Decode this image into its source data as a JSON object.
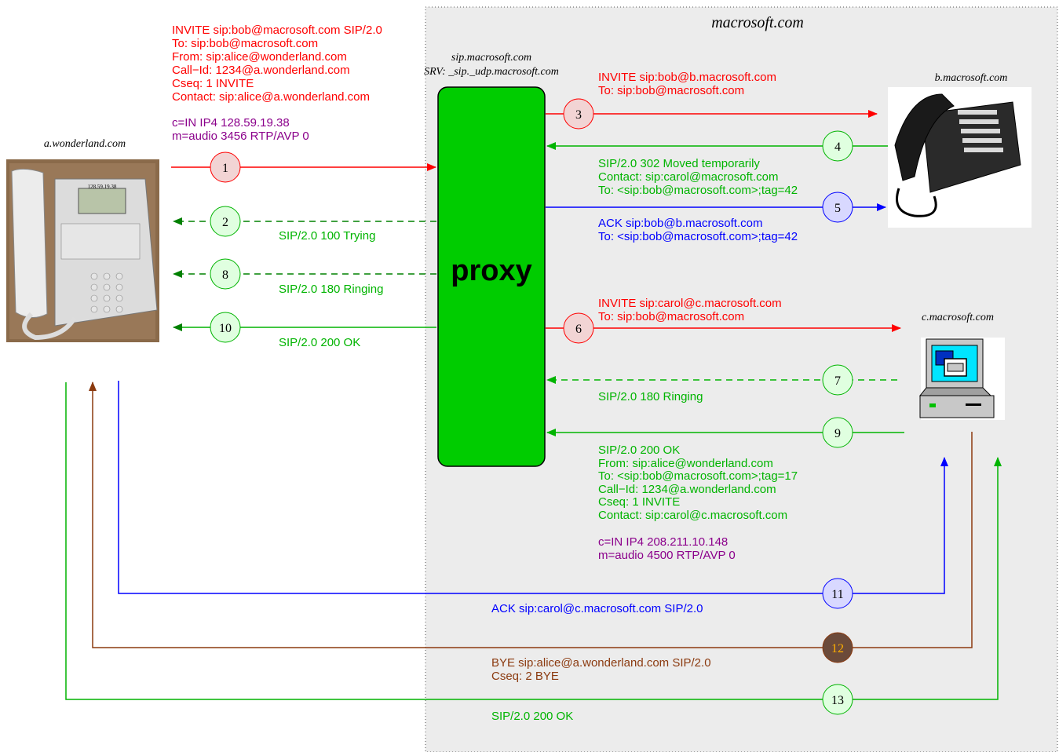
{
  "colors": {
    "red": "#ff0000",
    "green": "#00b400",
    "darkgreen": "#008000",
    "blue": "#0000ff",
    "brown": "#8b3a0f",
    "purple": "#8b008b",
    "proxy_fill": "#00cc00",
    "domain_bg": "#ececec"
  },
  "labels": {
    "domain": "macrosoft.com",
    "proxy": "proxy",
    "proxy_host": "sip.macrosoft.com",
    "proxy_srv": "SRV: _sip._udp.macrosoft.com",
    "host_a": "a.wonderland.com",
    "host_b": "b.macrosoft.com",
    "host_c": "c.macrosoft.com",
    "phone_display_ip": "128.59.19.38"
  },
  "messages": {
    "m1_invite": [
      "INVITE sip:bob@macrosoft.com SIP/2.0",
      "To: sip:bob@macrosoft.com",
      "From: sip:alice@wonderland.com",
      "Call−Id: 1234@a.wonderland.com",
      "Cseq: 1 INVITE",
      "Contact: sip:alice@a.wonderland.com"
    ],
    "m1_sdp": [
      "c=IN IP4 128.59.19.38",
      "m=audio 3456 RTP/AVP 0"
    ],
    "m2": "SIP/2.0 100 Trying",
    "m8": "SIP/2.0 180 Ringing",
    "m10": "SIP/2.0 200 OK",
    "m3": [
      "INVITE sip:bob@b.macrosoft.com",
      "To: sip:bob@macrosoft.com"
    ],
    "m4": [
      "SIP/2.0 302 Moved temporarily",
      "Contact: sip:carol@macrosoft.com",
      "To: <sip:bob@macrosoft.com>;tag=42"
    ],
    "m5": [
      "ACK sip:bob@b.macrosoft.com",
      "To: <sip:bob@macrosoft.com>;tag=42"
    ],
    "m6": [
      "INVITE sip:carol@c.macrosoft.com",
      "To: sip:bob@macrosoft.com"
    ],
    "m7": "SIP/2.0 180 Ringing",
    "m9": [
      "SIP/2.0 200 OK",
      "From: sip:alice@wonderland.com",
      "To: <sip:bob@macrosoft.com>;tag=17",
      "Call−Id: 1234@a.wonderland.com",
      "Cseq: 1 INVITE",
      "Contact: sip:carol@c.macrosoft.com"
    ],
    "m9_sdp": [
      "c=IN IP4 208.211.10.148",
      "m=audio 4500 RTP/AVP 0"
    ],
    "m11": "ACK sip:carol@c.macrosoft.com SIP/2.0",
    "m12": [
      "BYE sip:alice@a.wonderland.com SIP/2.0",
      "Cseq: 2 BYE"
    ],
    "m13": "SIP/2.0 200 OK"
  },
  "steps": [
    "1",
    "2",
    "3",
    "4",
    "5",
    "6",
    "7",
    "8",
    "9",
    "10",
    "11",
    "12",
    "13"
  ]
}
